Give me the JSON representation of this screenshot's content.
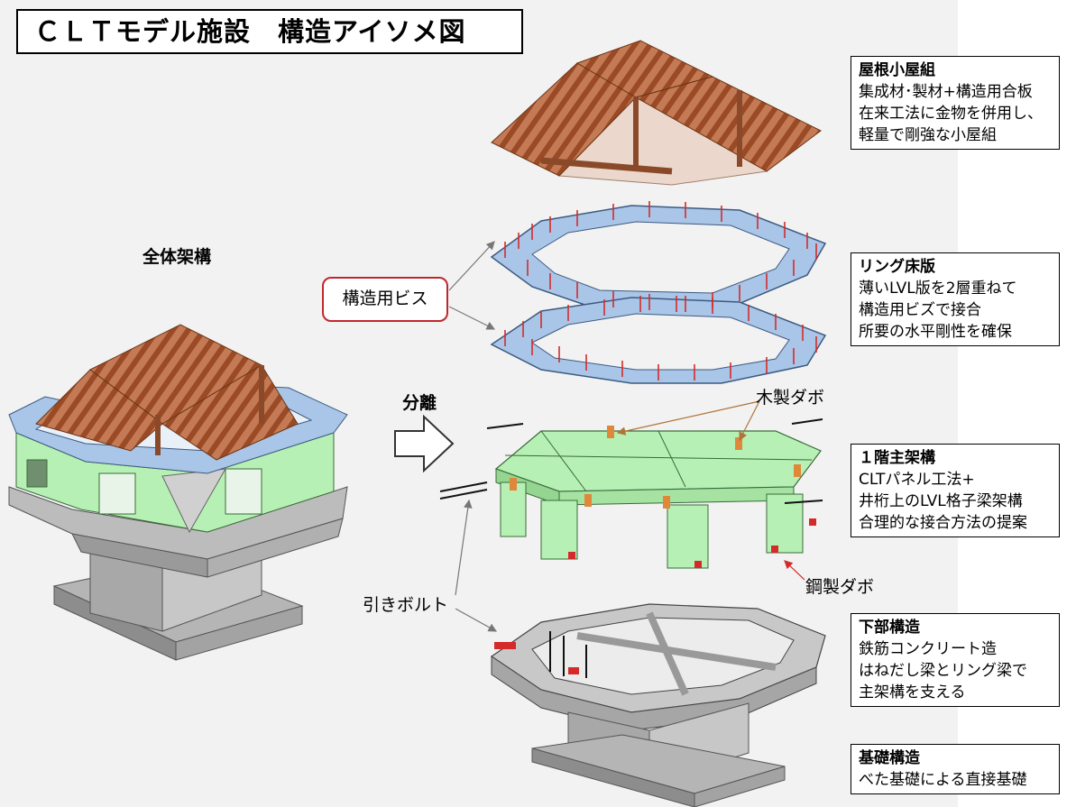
{
  "title": "ＣＬＴモデル施設　構造アイソメ図",
  "labels": {
    "overall": "全体架構",
    "separation": "分離",
    "screw": "構造用ビス",
    "wood_dowel": "木製ダボ",
    "steel_dowel": "鋼製ダボ",
    "anchor_bolt": "引きボルト"
  },
  "boxes": [
    {
      "head": "屋根小屋組",
      "lines": [
        "集成材･製材+構造用合板",
        "在来工法に金物を併用し、",
        "軽量で剛強な小屋組"
      ]
    },
    {
      "head": "リング床版",
      "lines": [
        "薄いLVL版を2層重ねて",
        "構造用ビズで接合",
        "所要の水平剛性を確保"
      ]
    },
    {
      "head": "１階主架構",
      "lines": [
        "CLTパネル工法+",
        "井桁上のLVL格子梁架構",
        "合理的な接合方法の提案"
      ]
    },
    {
      "head": "下部構造",
      "lines": [
        "鉄筋コンクリート造",
        "はねだし梁とリング梁で",
        "主架構を支える"
      ]
    },
    {
      "head": "基礎構造",
      "lines": [
        "べた基礎による直接基礎"
      ]
    }
  ],
  "colors": {
    "timber": "#b5613a",
    "ring": "#a9c6e8",
    "clt": "#b7f0b4",
    "concrete": "#c8c8c8",
    "screw_marks": "#d42a2a",
    "dowel": "#e0873a",
    "highlight_border": "#c0272d"
  }
}
